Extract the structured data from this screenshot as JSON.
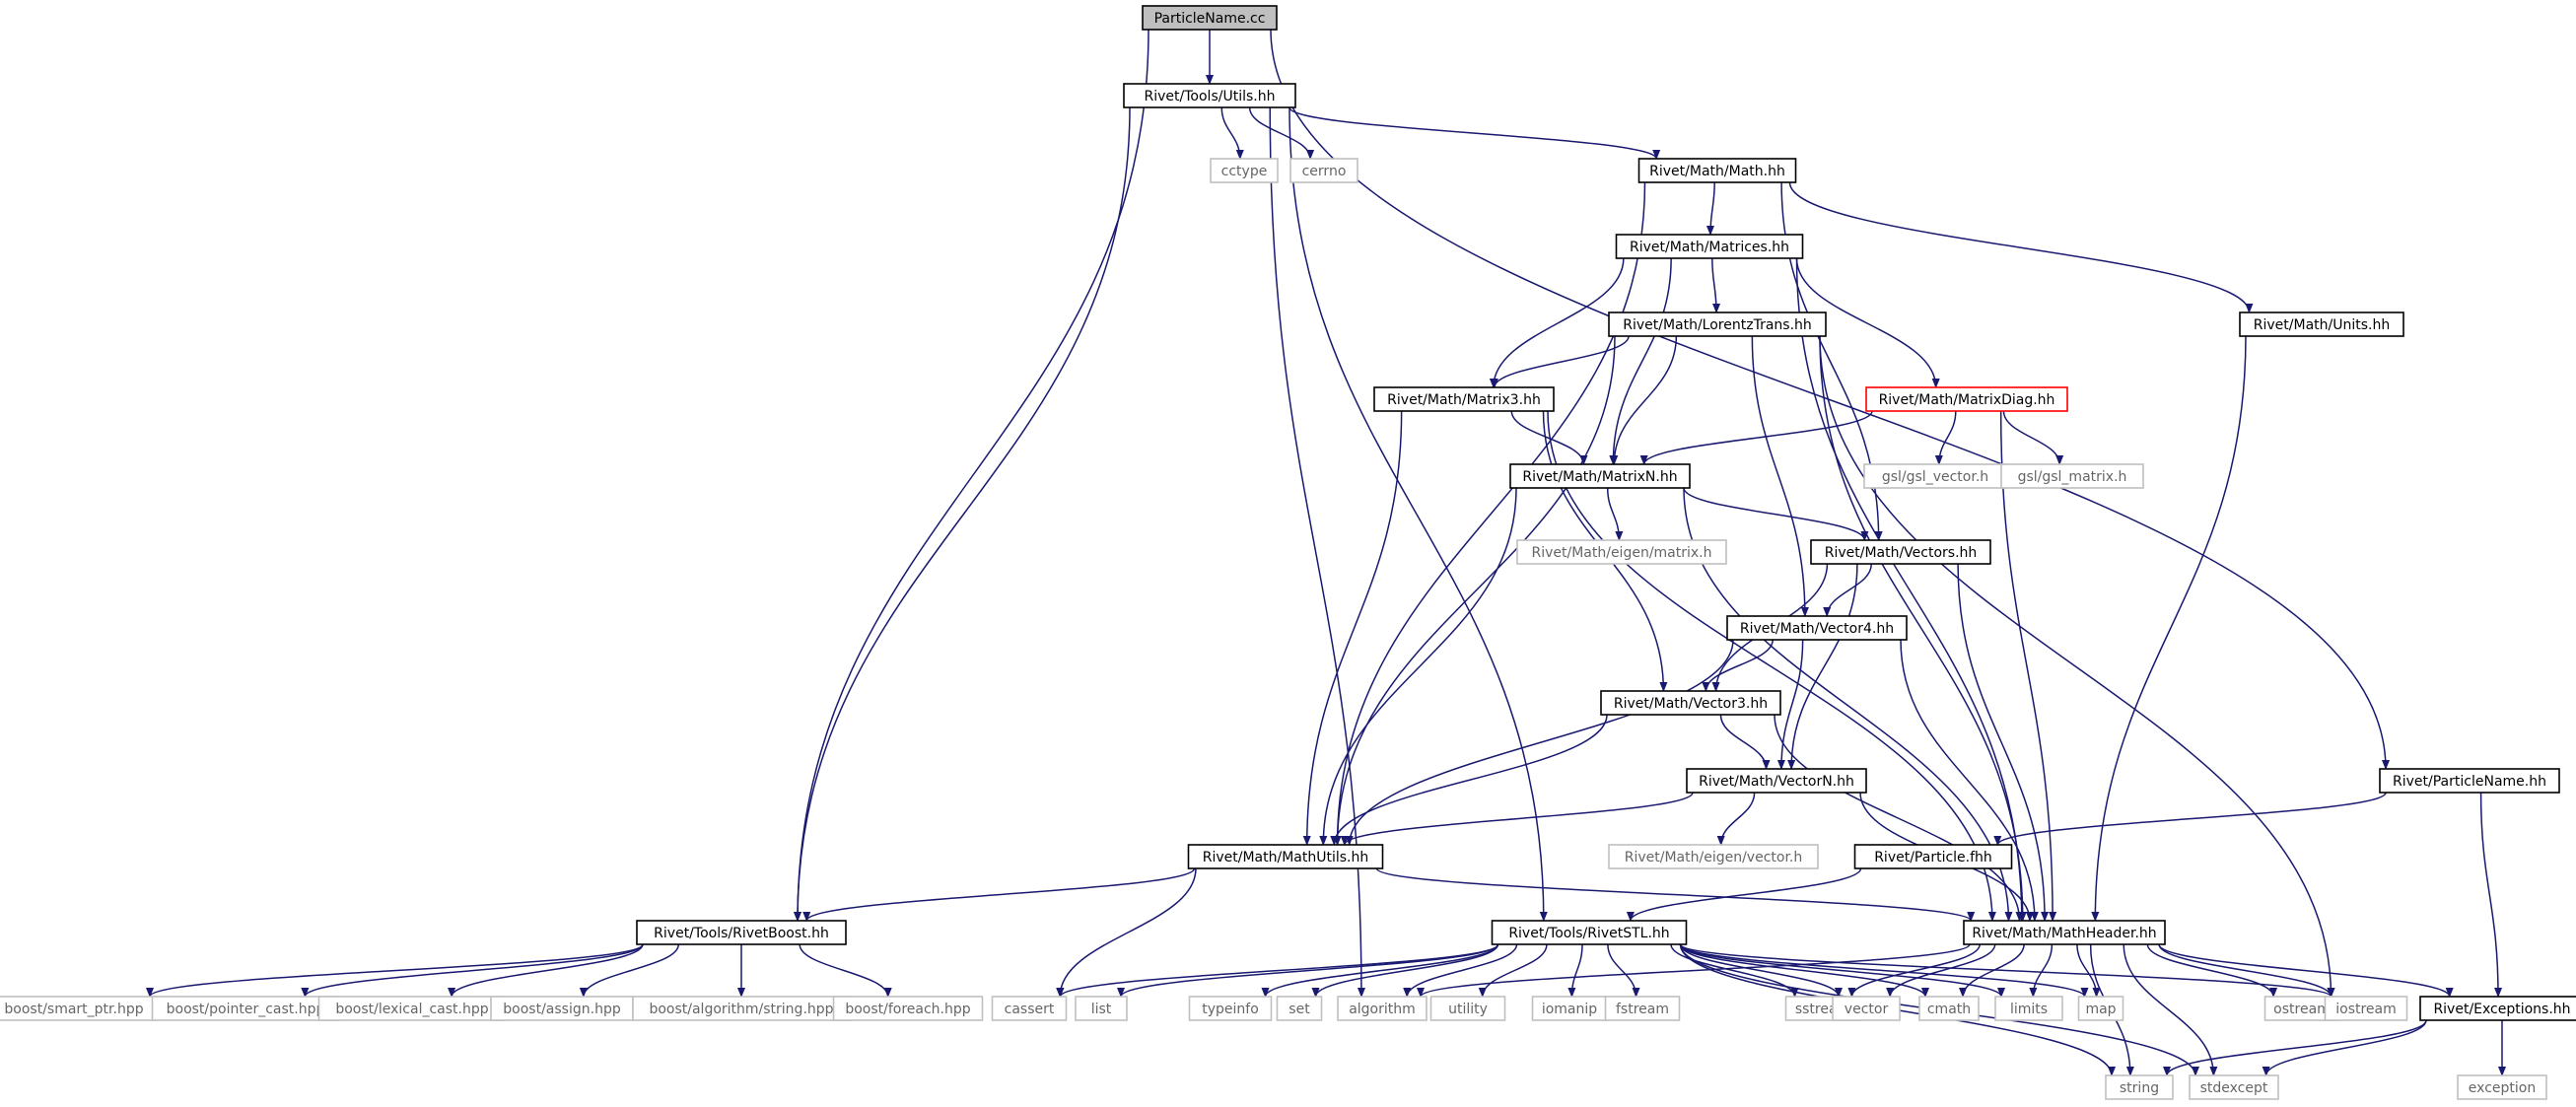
{
  "colors": {
    "edge": "#191970",
    "root_fill": "#bfbfbf",
    "node_border": "#000000",
    "missing_border": "#bfbfbf",
    "missing_text": "#666666",
    "truncated_border": "#ff0000"
  },
  "nodes": [
    {
      "id": "particlename_cc",
      "label": "ParticleName.cc",
      "kind": "root"
    },
    {
      "id": "tools_utils",
      "label": "Rivet/Tools/Utils.hh",
      "kind": "normal"
    },
    {
      "id": "cctype",
      "label": "cctype",
      "kind": "missing"
    },
    {
      "id": "cerrno",
      "label": "cerrno",
      "kind": "missing"
    },
    {
      "id": "math_math",
      "label": "Rivet/Math/Math.hh",
      "kind": "normal"
    },
    {
      "id": "math_matrices",
      "label": "Rivet/Math/Matrices.hh",
      "kind": "normal"
    },
    {
      "id": "math_units",
      "label": "Rivet/Math/Units.hh",
      "kind": "normal"
    },
    {
      "id": "math_lorentztrans",
      "label": "Rivet/Math/LorentzTrans.hh",
      "kind": "normal"
    },
    {
      "id": "math_matrix3",
      "label": "Rivet/Math/Matrix3.hh",
      "kind": "normal"
    },
    {
      "id": "math_matrixdiag",
      "label": "Rivet/Math/MatrixDiag.hh",
      "kind": "truncated"
    },
    {
      "id": "math_matrixn",
      "label": "Rivet/Math/MatrixN.hh",
      "kind": "normal"
    },
    {
      "id": "gsl_vector",
      "label": "gsl/gsl_vector.h",
      "kind": "missing"
    },
    {
      "id": "gsl_matrix",
      "label": "gsl/gsl_matrix.h",
      "kind": "missing"
    },
    {
      "id": "eigen_matrix",
      "label": "Rivet/Math/eigen/matrix.h",
      "kind": "missing"
    },
    {
      "id": "math_vectors",
      "label": "Rivet/Math/Vectors.hh",
      "kind": "normal"
    },
    {
      "id": "math_vector4",
      "label": "Rivet/Math/Vector4.hh",
      "kind": "normal"
    },
    {
      "id": "math_vector3",
      "label": "Rivet/Math/Vector3.hh",
      "kind": "normal"
    },
    {
      "id": "math_vectorn",
      "label": "Rivet/Math/VectorN.hh",
      "kind": "normal"
    },
    {
      "id": "eigen_vector",
      "label": "Rivet/Math/eigen/vector.h",
      "kind": "missing"
    },
    {
      "id": "particlename_hh",
      "label": "Rivet/ParticleName.hh",
      "kind": "normal"
    },
    {
      "id": "particle_fhh",
      "label": "Rivet/Particle.fhh",
      "kind": "normal"
    },
    {
      "id": "math_mathutils",
      "label": "Rivet/Math/MathUtils.hh",
      "kind": "normal"
    },
    {
      "id": "tools_rivetboost",
      "label": "Rivet/Tools/RivetBoost.hh",
      "kind": "normal"
    },
    {
      "id": "tools_rivetstl",
      "label": "Rivet/Tools/RivetSTL.hh",
      "kind": "normal"
    },
    {
      "id": "math_mathheader",
      "label": "Rivet/Math/MathHeader.hh",
      "kind": "normal"
    },
    {
      "id": "exceptions",
      "label": "Rivet/Exceptions.hh",
      "kind": "normal"
    },
    {
      "id": "boost_smart_ptr",
      "label": "boost/smart_ptr.hpp",
      "kind": "missing"
    },
    {
      "id": "boost_pointer_cast",
      "label": "boost/pointer_cast.hpp",
      "kind": "missing"
    },
    {
      "id": "boost_lexical_cast",
      "label": "boost/lexical_cast.hpp",
      "kind": "missing"
    },
    {
      "id": "boost_assign",
      "label": "boost/assign.hpp",
      "kind": "missing"
    },
    {
      "id": "boost_algorithm_string",
      "label": "boost/algorithm/string.hpp",
      "kind": "missing"
    },
    {
      "id": "boost_foreach",
      "label": "boost/foreach.hpp",
      "kind": "missing"
    },
    {
      "id": "cassert",
      "label": "cassert",
      "kind": "missing"
    },
    {
      "id": "list",
      "label": "list",
      "kind": "missing"
    },
    {
      "id": "typeinfo",
      "label": "typeinfo",
      "kind": "missing"
    },
    {
      "id": "set",
      "label": "set",
      "kind": "missing"
    },
    {
      "id": "algorithm",
      "label": "algorithm",
      "kind": "missing"
    },
    {
      "id": "utility",
      "label": "utility",
      "kind": "missing"
    },
    {
      "id": "iomanip",
      "label": "iomanip",
      "kind": "missing"
    },
    {
      "id": "fstream",
      "label": "fstream",
      "kind": "missing"
    },
    {
      "id": "sstream",
      "label": "sstream",
      "kind": "missing"
    },
    {
      "id": "vector",
      "label": "vector",
      "kind": "missing"
    },
    {
      "id": "cmath",
      "label": "cmath",
      "kind": "missing"
    },
    {
      "id": "limits",
      "label": "limits",
      "kind": "missing"
    },
    {
      "id": "map",
      "label": "map",
      "kind": "missing"
    },
    {
      "id": "ostream",
      "label": "ostream",
      "kind": "missing"
    },
    {
      "id": "iostream",
      "label": "iostream",
      "kind": "missing"
    },
    {
      "id": "string",
      "label": "string",
      "kind": "missing"
    },
    {
      "id": "stdexcept",
      "label": "stdexcept",
      "kind": "missing"
    },
    {
      "id": "exception",
      "label": "exception",
      "kind": "missing"
    }
  ],
  "edges": [
    [
      "particlename_cc",
      "tools_utils"
    ],
    [
      "particlename_cc",
      "tools_rivetboost"
    ],
    [
      "particlename_cc",
      "particlename_hh"
    ],
    [
      "tools_utils",
      "cctype"
    ],
    [
      "tools_utils",
      "cerrno"
    ],
    [
      "tools_utils",
      "math_math"
    ],
    [
      "tools_utils",
      "tools_rivetboost"
    ],
    [
      "tools_utils",
      "algorithm"
    ],
    [
      "tools_utils",
      "tools_rivetstl"
    ],
    [
      "math_math",
      "math_matrices"
    ],
    [
      "math_math",
      "math_units"
    ],
    [
      "math_math",
      "math_vectors"
    ],
    [
      "math_math",
      "math_mathutils"
    ],
    [
      "math_matrices",
      "math_lorentztrans"
    ],
    [
      "math_matrices",
      "math_matrix3"
    ],
    [
      "math_matrices",
      "math_matrixn"
    ],
    [
      "math_matrices",
      "math_matrixdiag"
    ],
    [
      "math_matrices",
      "math_mathheader"
    ],
    [
      "math_units",
      "math_mathheader"
    ],
    [
      "math_lorentztrans",
      "math_matrix3"
    ],
    [
      "math_lorentztrans",
      "math_matrixn"
    ],
    [
      "math_lorentztrans",
      "math_vector4"
    ],
    [
      "math_lorentztrans",
      "math_mathutils"
    ],
    [
      "math_lorentztrans",
      "math_mathheader"
    ],
    [
      "math_lorentztrans",
      "iostream"
    ],
    [
      "math_matrix3",
      "math_matrixn"
    ],
    [
      "math_matrix3",
      "math_vector3"
    ],
    [
      "math_matrix3",
      "math_mathutils"
    ],
    [
      "math_matrix3",
      "math_mathheader"
    ],
    [
      "math_matrixdiag",
      "math_matrixn"
    ],
    [
      "math_matrixdiag",
      "gsl_vector"
    ],
    [
      "math_matrixdiag",
      "gsl_matrix"
    ],
    [
      "math_matrixdiag",
      "math_mathheader"
    ],
    [
      "math_matrixn",
      "eigen_matrix"
    ],
    [
      "math_matrixn",
      "math_vectors"
    ],
    [
      "math_matrixn",
      "math_mathutils"
    ],
    [
      "math_matrixn",
      "math_mathheader"
    ],
    [
      "math_vectors",
      "math_vector4"
    ],
    [
      "math_vectors",
      "math_vector3"
    ],
    [
      "math_vectors",
      "math_vectorn"
    ],
    [
      "math_vectors",
      "math_mathheader"
    ],
    [
      "math_vector4",
      "math_vector3"
    ],
    [
      "math_vector4",
      "math_vectorn"
    ],
    [
      "math_vector4",
      "math_mathutils"
    ],
    [
      "math_vector4",
      "math_mathheader"
    ],
    [
      "math_vector3",
      "math_vectorn"
    ],
    [
      "math_vector3",
      "math_mathutils"
    ],
    [
      "math_vector3",
      "math_mathheader"
    ],
    [
      "math_vectorn",
      "eigen_vector"
    ],
    [
      "math_vectorn",
      "math_mathutils"
    ],
    [
      "math_vectorn",
      "math_mathheader"
    ],
    [
      "particlename_hh",
      "particle_fhh"
    ],
    [
      "particlename_hh",
      "exceptions"
    ],
    [
      "particle_fhh",
      "tools_rivetstl"
    ],
    [
      "math_mathutils",
      "tools_rivetboost"
    ],
    [
      "math_mathutils",
      "math_mathheader"
    ],
    [
      "math_mathutils",
      "cassert"
    ],
    [
      "tools_rivetboost",
      "boost_smart_ptr"
    ],
    [
      "tools_rivetboost",
      "boost_pointer_cast"
    ],
    [
      "tools_rivetboost",
      "boost_lexical_cast"
    ],
    [
      "tools_rivetboost",
      "boost_assign"
    ],
    [
      "tools_rivetboost",
      "boost_algorithm_string"
    ],
    [
      "tools_rivetboost",
      "boost_foreach"
    ],
    [
      "tools_rivetstl",
      "cassert"
    ],
    [
      "tools_rivetstl",
      "list"
    ],
    [
      "tools_rivetstl",
      "typeinfo"
    ],
    [
      "tools_rivetstl",
      "set"
    ],
    [
      "tools_rivetstl",
      "algorithm"
    ],
    [
      "tools_rivetstl",
      "utility"
    ],
    [
      "tools_rivetstl",
      "iomanip"
    ],
    [
      "tools_rivetstl",
      "fstream"
    ],
    [
      "tools_rivetstl",
      "sstream"
    ],
    [
      "tools_rivetstl",
      "vector"
    ],
    [
      "tools_rivetstl",
      "cmath"
    ],
    [
      "tools_rivetstl",
      "limits"
    ],
    [
      "tools_rivetstl",
      "map"
    ],
    [
      "tools_rivetstl",
      "iostream"
    ],
    [
      "tools_rivetstl",
      "string"
    ],
    [
      "tools_rivetstl",
      "stdexcept"
    ],
    [
      "math_mathheader",
      "exceptions"
    ],
    [
      "math_mathheader",
      "iostream"
    ],
    [
      "math_mathheader",
      "ostream"
    ],
    [
      "math_mathheader",
      "map"
    ],
    [
      "math_mathheader",
      "limits"
    ],
    [
      "math_mathheader",
      "cmath"
    ],
    [
      "math_mathheader",
      "vector"
    ],
    [
      "math_mathheader",
      "sstream"
    ],
    [
      "math_mathheader",
      "algorithm"
    ],
    [
      "math_mathheader",
      "string"
    ],
    [
      "math_mathheader",
      "stdexcept"
    ],
    [
      "exceptions",
      "exception"
    ],
    [
      "exceptions",
      "stdexcept"
    ],
    [
      "exceptions",
      "string"
    ]
  ]
}
